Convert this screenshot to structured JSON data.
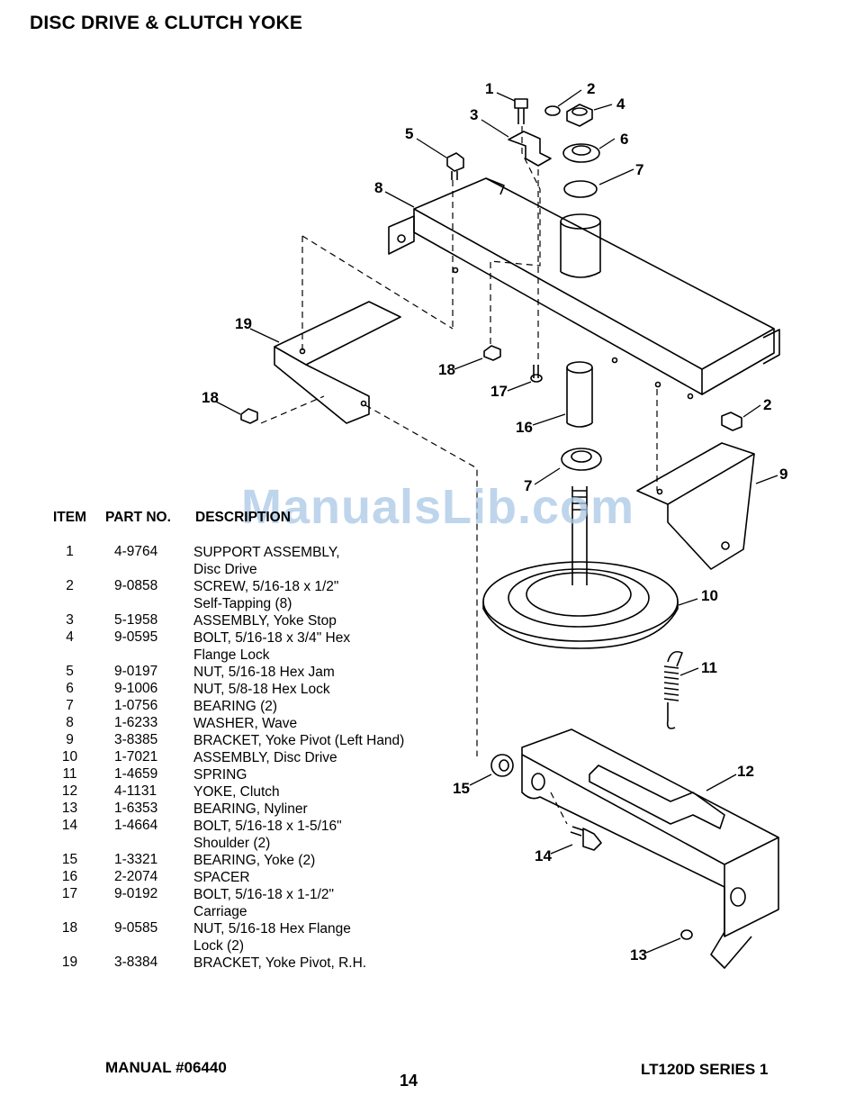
{
  "title": "DISC DRIVE & CLUTCH YOKE",
  "watermark": "ManualsLib.com",
  "table": {
    "headers": {
      "item": "ITEM",
      "part_no": "PART NO.",
      "description": "DESCRIPTION"
    },
    "rows": [
      {
        "item": "1",
        "part_no": "4-9764",
        "description": [
          "SUPPORT ASSEMBLY,",
          "Disc Drive"
        ]
      },
      {
        "item": "2",
        "part_no": "9-0858",
        "description": [
          "SCREW, 5/16-18 x 1/2\"",
          "Self-Tapping (8)"
        ]
      },
      {
        "item": "3",
        "part_no": "5-1958",
        "description": [
          "ASSEMBLY, Yoke Stop"
        ]
      },
      {
        "item": "4",
        "part_no": "9-0595",
        "description": [
          "BOLT, 5/16-18 x 3/4\" Hex",
          "Flange Lock"
        ]
      },
      {
        "item": "5",
        "part_no": "9-0197",
        "description": [
          "NUT, 5/16-18 Hex Jam"
        ]
      },
      {
        "item": "6",
        "part_no": "9-1006",
        "description": [
          "NUT, 5/8-18 Hex Lock"
        ]
      },
      {
        "item": "7",
        "part_no": "1-0756",
        "description": [
          "BEARING (2)"
        ]
      },
      {
        "item": "8",
        "part_no": "1-6233",
        "description": [
          "WASHER, Wave"
        ]
      },
      {
        "item": "9",
        "part_no": "3-8385",
        "description": [
          "BRACKET, Yoke Pivot (Left Hand)"
        ]
      },
      {
        "item": "10",
        "part_no": "1-7021",
        "description": [
          "ASSEMBLY, Disc Drive"
        ]
      },
      {
        "item": "11",
        "part_no": "1-4659",
        "description": [
          "SPRING"
        ]
      },
      {
        "item": "12",
        "part_no": "4-1131",
        "description": [
          "YOKE, Clutch"
        ]
      },
      {
        "item": "13",
        "part_no": "1-6353",
        "description": [
          "BEARING, Nyliner"
        ]
      },
      {
        "item": "14",
        "part_no": "1-4664",
        "description": [
          "BOLT, 5/16-18 x 1-5/16\"",
          "Shoulder (2)"
        ]
      },
      {
        "item": "15",
        "part_no": "1-3321",
        "description": [
          "BEARING, Yoke (2)"
        ]
      },
      {
        "item": "16",
        "part_no": "2-2074",
        "description": [
          "SPACER"
        ]
      },
      {
        "item": "17",
        "part_no": "9-0192",
        "description": [
          "BOLT, 5/16-18 x 1-1/2\"",
          "Carriage"
        ]
      },
      {
        "item": "18",
        "part_no": "9-0585",
        "description": [
          "NUT, 5/16-18 Hex Flange",
          "Lock (2)"
        ]
      },
      {
        "item": "19",
        "part_no": "3-8384",
        "description": [
          "BRACKET, Yoke Pivot, R.H."
        ]
      }
    ]
  },
  "callouts": [
    "1",
    "2",
    "3",
    "4",
    "5",
    "6",
    "7",
    "8",
    "18",
    "19",
    "18",
    "17",
    "2",
    "16",
    "7",
    "9",
    "10",
    "11",
    "12",
    "15",
    "14",
    "13"
  ],
  "footer": {
    "manual": "MANUAL #06440",
    "page": "14",
    "model": "LT120D SERIES 1"
  }
}
